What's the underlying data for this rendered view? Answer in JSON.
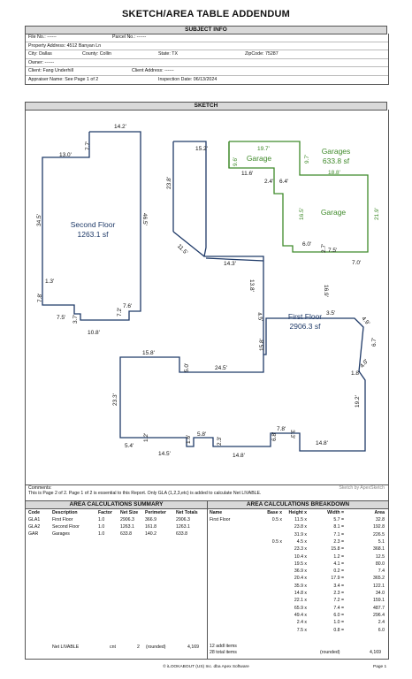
{
  "title": "SKETCH/AREA TABLE ADDENDUM",
  "subject": {
    "heading": "SUBJECT INFO",
    "file_no": "File No.: ------",
    "parcel_no": "Parcel No.: ------",
    "address": "Property Address: 4512 Banyan Ln",
    "city": "City: Dallas",
    "county": "County: Collin",
    "state": "State: TX",
    "zip": "ZipCode: 75287",
    "owner": "Owner: ------",
    "client": "Client: Fang Underhill",
    "client_address": "Client Address: ------",
    "appraiser": "Appraiser Name: See Page 1 of 2",
    "inspection_date": "Inspection Date: 06/13/2024"
  },
  "sketch": {
    "heading": "SKETCH",
    "second_floor_name": "Second Floor",
    "second_floor_area": "1263.1 sf",
    "first_floor_name": "First Floor",
    "first_floor_area": "2906.3 sf",
    "garage_label": "Garage",
    "garages_title": "Garages",
    "garages_area": "633.8 sf",
    "brand": "Sketch by ApexSketch",
    "dims": {
      "d142": "14.2'",
      "d130": "13.0'",
      "d77": "7.7'",
      "d345": "34.5'",
      "d465": "46.5'",
      "d13": "1.3'",
      "d78": "7.8'",
      "d75a": "7.5'",
      "d37a": "3.7'",
      "d108": "10.8'",
      "d72": "7.2'",
      "d76": "7.6'",
      "d152": "15.2'",
      "d238": "23.8'",
      "d115": "11.5'",
      "d143": "14.3'",
      "d138": "13.8'",
      "d45": "4.5'",
      "d158a": "15.8'",
      "d197": "19.7'",
      "d96": "9.6'",
      "d97": "9.7'",
      "d116": "11.6'",
      "d24": "2.4'",
      "d64": "6.4'",
      "d188": "18.8'",
      "d165": "16.5'",
      "d219": "21.9'",
      "d60": "6.0'",
      "d27": "2.7'",
      "d75b": "7.5'",
      "d70": "7.0'",
      "d169": "16.9'",
      "d35": "3.5'",
      "d49": "4.9'",
      "d67": "6.7'",
      "d40": "4.0'",
      "d18": "1.8'",
      "d192": "19.2'",
      "d158b": "15.8'",
      "d50": "5.0'",
      "d245": "24.5'",
      "d233": "23.3'",
      "d54": "5.4'",
      "d12": "1.2'",
      "d145": "14.5'",
      "d16": "1.6'",
      "d58": "5.8'",
      "d23": "2.3'",
      "d148a": "14.8'",
      "d68": "6.8'",
      "d78b": "7.8'",
      "d33": "3.3'",
      "d148b": "14.8'"
    }
  },
  "comments": {
    "label": "Comments:",
    "text": "This is Page 2 of 2.  Page 1 of 2 is essential to this Report.  Only GLA (1,2,3,etc) is added to calculate Net LIVABLE."
  },
  "summary": {
    "heading": "AREA CALCULATIONS SUMMARY",
    "headers": [
      "Code",
      "Description",
      "Factor",
      "Net Size",
      "Perimeter",
      "Net Totals"
    ],
    "rows": [
      [
        "GLA1",
        "First Floor",
        "1.0",
        "2906.3",
        "366.9",
        "2906.3"
      ],
      [
        "GLA2",
        "Second Floor",
        "1.0",
        "1263.1",
        "161.8",
        "1263.1"
      ],
      [
        "GAR",
        "Garages",
        "1.0",
        "633.8",
        "140.2",
        "633.8"
      ]
    ],
    "net_label": "Net LIVABLE",
    "net_cnt": "cnt",
    "net_count": "2",
    "net_rounded": "(rounded)",
    "net_total": "4,169"
  },
  "breakdown": {
    "heading": "AREA CALCULATIONS BREAKDOWN",
    "headers": [
      "Name",
      "Base x",
      "Height x",
      "Width =",
      "Area"
    ],
    "rows": [
      [
        "First Floor",
        "0.5 x",
        "11.5 x",
        "5.7 =",
        "32.8"
      ],
      [
        "",
        "",
        "23.8 x",
        "8.1 =",
        "192.8"
      ],
      [
        "",
        "",
        "31.9 x",
        "7.1 =",
        "226.5"
      ],
      [
        "",
        "0.5 x",
        "4.5 x",
        "2.3 =",
        "5.1"
      ],
      [
        "",
        "",
        "23.3 x",
        "15.8 =",
        "368.1"
      ],
      [
        "",
        "",
        "10.4 x",
        "1.2 =",
        "12.5"
      ],
      [
        "",
        "",
        "19.5 x",
        "4.1 =",
        "80.0"
      ],
      [
        "",
        "",
        "36.9 x",
        "0.2 =",
        "7.4"
      ],
      [
        "",
        "",
        "20.4 x",
        "17.9 =",
        "365.2"
      ],
      [
        "",
        "",
        "35.9 x",
        "3.4 =",
        "122.1"
      ],
      [
        "",
        "",
        "14.8 x",
        "2.3 =",
        "34.0"
      ],
      [
        "",
        "",
        "22.1 x",
        "7.2 =",
        "159.1"
      ],
      [
        "",
        "",
        "65.9 x",
        "7.4 =",
        "487.7"
      ],
      [
        "",
        "",
        "49.4 x",
        "6.0 =",
        "296.4"
      ],
      [
        "",
        "",
        "2.4 x",
        "1.0 =",
        "2.4"
      ],
      [
        "",
        "",
        "7.5 x",
        "0.8 =",
        "6.0"
      ]
    ],
    "addl_items": "12 addl items",
    "total_items": "28 total items",
    "total_rounded": "(rounded)",
    "total_value": "4,169"
  },
  "footer": {
    "center": "© iLOOKABOUT (US) Inc. dba Apex Software",
    "page": "Page 1"
  },
  "colors": {
    "floor_line": "#1f3a68",
    "garage_line": "#3f8a2a",
    "band_bg": "#d9d9d9"
  }
}
